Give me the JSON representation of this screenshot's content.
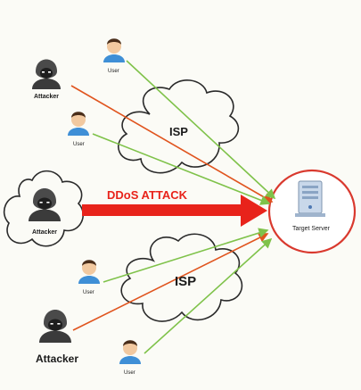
{
  "labels": {
    "attacker_top": "Attacker",
    "attacker_mid": "Attacker",
    "attacker_bottom": "Attacker",
    "user_top": "User",
    "user_upper_left": "User",
    "user_lower_left": "User",
    "user_bottom": "User",
    "isp_top": "ISP",
    "isp_bottom": "ISP",
    "ddos": "DDoS ATTACK",
    "target": "Target Server"
  },
  "colors": {
    "attack_arrow": "#e8231b",
    "attack_line": "#e0541e",
    "user_line": "#7fc24a",
    "target_ring": "#d9392e",
    "cloud_stroke": "#2a2a2a",
    "hacker_body": "#3b3b3b",
    "user_shirt": "#3f8fd6",
    "server": "#c9d8ea"
  },
  "icons": {
    "attacker": "hacker-icon",
    "user": "user-icon",
    "server": "server-icon",
    "isp": "cloud-icon"
  }
}
